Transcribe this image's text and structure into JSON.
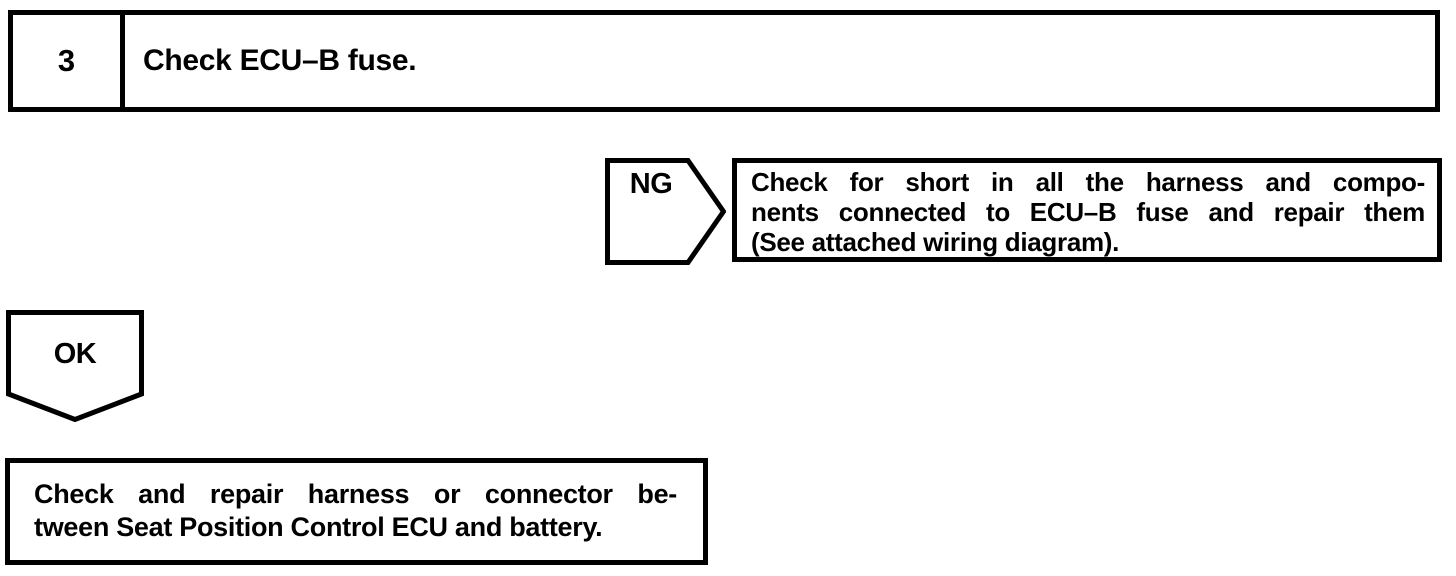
{
  "page": {
    "background_color": "#ffffff",
    "ink_color": "#000000"
  },
  "step": {
    "number": "3",
    "title": "Check ECU–B fuse."
  },
  "ng_branch": {
    "label": "NG",
    "action_lines": [
      "Check for short in all the harness and compo-",
      "nents connected to ECU–B fuse and repair them",
      "(See attached wiring diagram)."
    ]
  },
  "ok_branch": {
    "label": "OK",
    "action_lines": [
      "Check and repair harness or connector be-",
      "tween Seat Position Control ECU and battery."
    ]
  }
}
